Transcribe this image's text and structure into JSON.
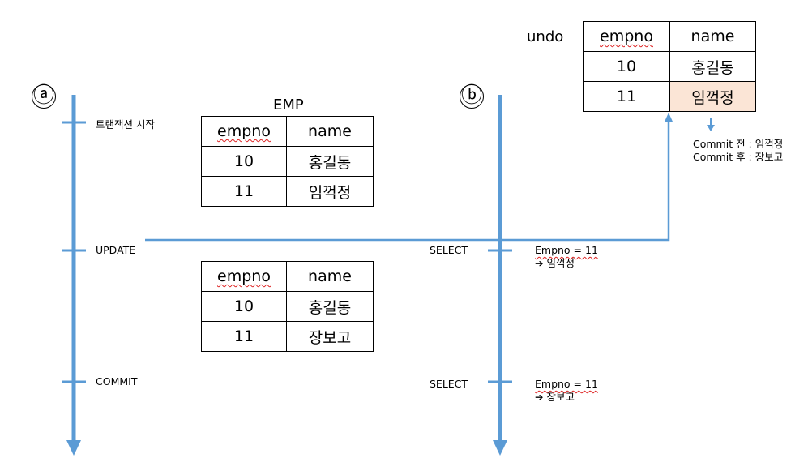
{
  "markers": {
    "a": "ⓐ",
    "b": "ⓑ"
  },
  "timeline_a": {
    "start_label": "트랜잭션 시작",
    "update_label": "UPDATE",
    "commit_label": "COMMIT"
  },
  "timeline_b": {
    "select1_label": "SELECT",
    "select2_label": "SELECT",
    "select1_result_line1": "Empno = 11",
    "select1_result_line2": "➔ 임꺽정",
    "select2_result_line1": "Empno = 11",
    "select2_result_line2": "➔ 장보고"
  },
  "emp_table": {
    "title": "EMP",
    "headers": [
      "empno",
      "name"
    ],
    "rows": [
      [
        "10",
        "홍길동"
      ],
      [
        "11",
        "임꺽정"
      ]
    ]
  },
  "emp_table_updated": {
    "headers": [
      "empno",
      "name"
    ],
    "rows": [
      [
        "10",
        "홍길동"
      ],
      [
        "11",
        "장보고"
      ]
    ]
  },
  "undo_table": {
    "title": "undo",
    "headers": [
      "empno",
      "name"
    ],
    "rows": [
      [
        "10",
        "홍길동"
      ],
      [
        "11",
        "임꺽정"
      ]
    ]
  },
  "undo_note": {
    "line1": "Commit 전 : 임꺽정",
    "line2": "Commit 후 : 장보고"
  },
  "colors": {
    "line": "#5b9bd5",
    "highlight": "#fbe5d6"
  }
}
